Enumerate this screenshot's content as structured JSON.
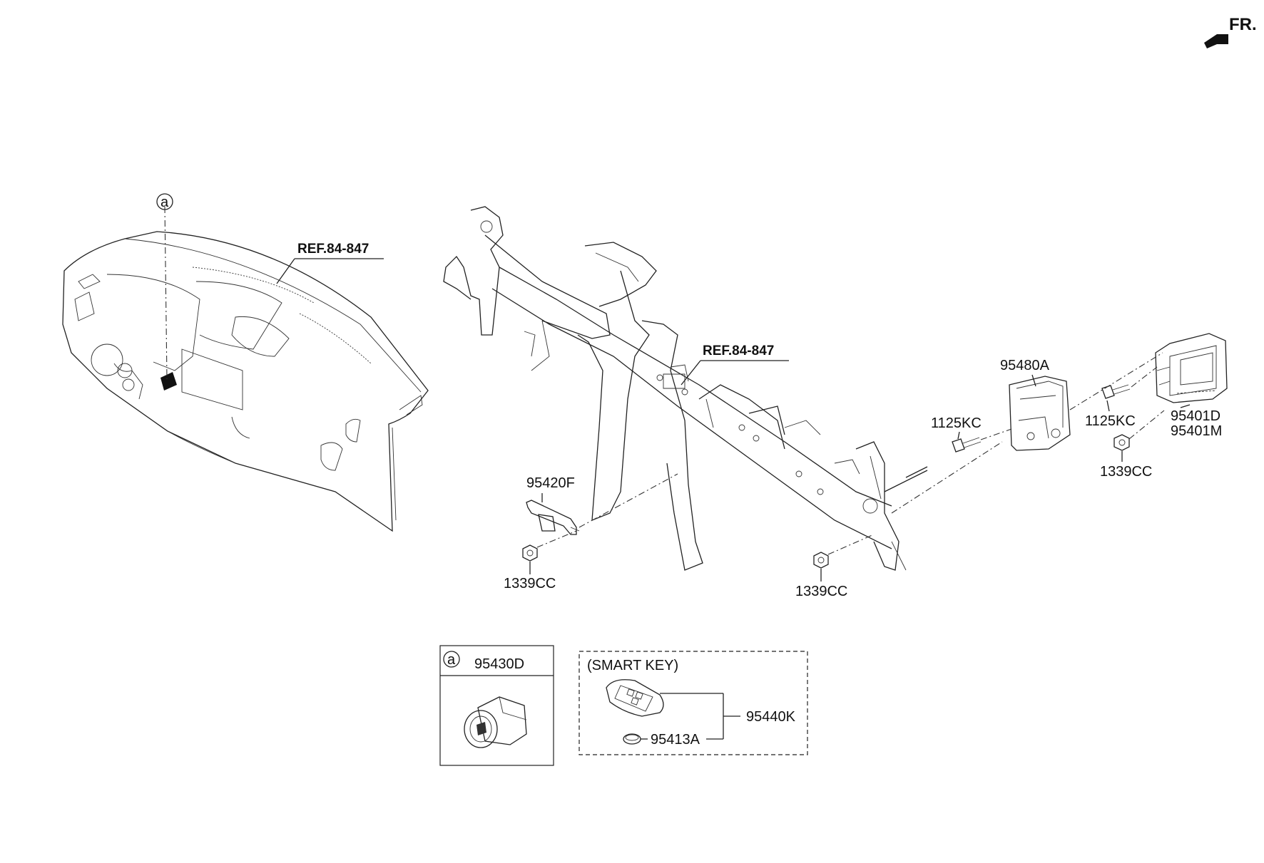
{
  "direction": {
    "label": "FR."
  },
  "callout_letter": "a",
  "refs": [
    "REF.84-847",
    "REF.84-847"
  ],
  "parts": {
    "p95480A": "95480A",
    "p1125KC_left": "1125KC",
    "p1125KC_right": "1125KC",
    "p95401D": "95401D",
    "p95401M": "95401M",
    "p1339CC_right": "1339CC",
    "p95420F": "95420F",
    "p1339CC_left": "1339CC",
    "p1339CC_mid": "1339CC"
  },
  "inset_start": {
    "callout": "a",
    "part": "95430D"
  },
  "inset_smartkey": {
    "title": "(SMART KEY)",
    "key_part": "95440K",
    "battery_part": "95413A"
  },
  "colors": {
    "line": "#222222",
    "background": "#ffffff"
  }
}
